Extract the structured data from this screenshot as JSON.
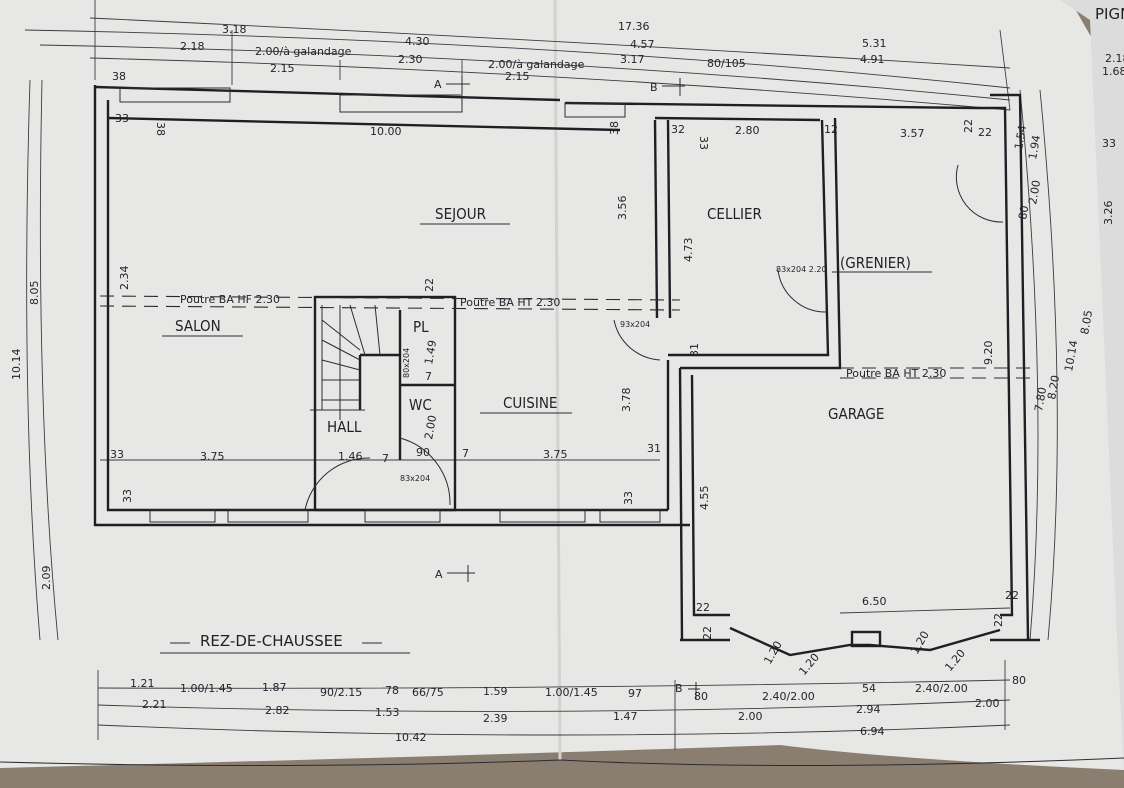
{
  "title": "REZ-DE-CHAUSSEE",
  "side_sheet_title": "PIGN",
  "rooms": {
    "sejour": "SEJOUR",
    "salon": "SALON",
    "hall": "HALL",
    "pl": "PL",
    "wc": "WC",
    "cuisine": "CUISINE",
    "cellier": "CELLIER",
    "grenier": "(GRENIER)",
    "garage": "GARAGE"
  },
  "beams": [
    "Poutre BA HF 2.30",
    "Poutre BA HT 2.30",
    "Poutre BA HT 2.30"
  ],
  "section_marks": [
    "A",
    "A",
    "B",
    "B"
  ],
  "dimensions": [
    "3.18",
    "2.18",
    "2.00/à galandage",
    "2.15",
    "4.30",
    "2.30",
    "2.00/à galandage",
    "2.15",
    "17.36",
    "4.57",
    "3.17",
    "80/105",
    "5.31",
    "4.91",
    "10.00",
    "33",
    "38",
    "38",
    "38",
    "32",
    "33",
    "2.80",
    "12",
    "3.57",
    "22",
    "22",
    "1.54",
    "1.94",
    "2.00",
    "80",
    "10.14",
    "8.05",
    "2.09",
    "2.34",
    "33",
    "3.75",
    "33",
    "22",
    "1.49",
    "7",
    "2.00",
    "1.46",
    "7",
    "90",
    "7",
    "83x204",
    "80x204",
    "3.75",
    "31",
    "33",
    "3.56",
    "4.73",
    "93x204",
    "31",
    "3.78",
    "4.55",
    "83x204 2.20",
    "9.20",
    "7.80",
    "8.20",
    "10.14",
    "8.05",
    "6.50",
    "22",
    "22",
    "22",
    "22",
    "1.20",
    "1.20",
    "1.20",
    "1.20",
    "1.21",
    "2.21",
    "1.00/1.45",
    "1.87",
    "2.82",
    "90/2.15",
    "78",
    "1.53",
    "66/75",
    "1.59",
    "2.39",
    "1.00/1.45",
    "97",
    "1.47",
    "80",
    "2.40/2.00",
    "2.00",
    "54",
    "2.94",
    "2.40/2.00",
    "2.00",
    "80",
    "10.42",
    "6.94",
    "2.18",
    "1.68",
    "3.26",
    "33"
  ]
}
